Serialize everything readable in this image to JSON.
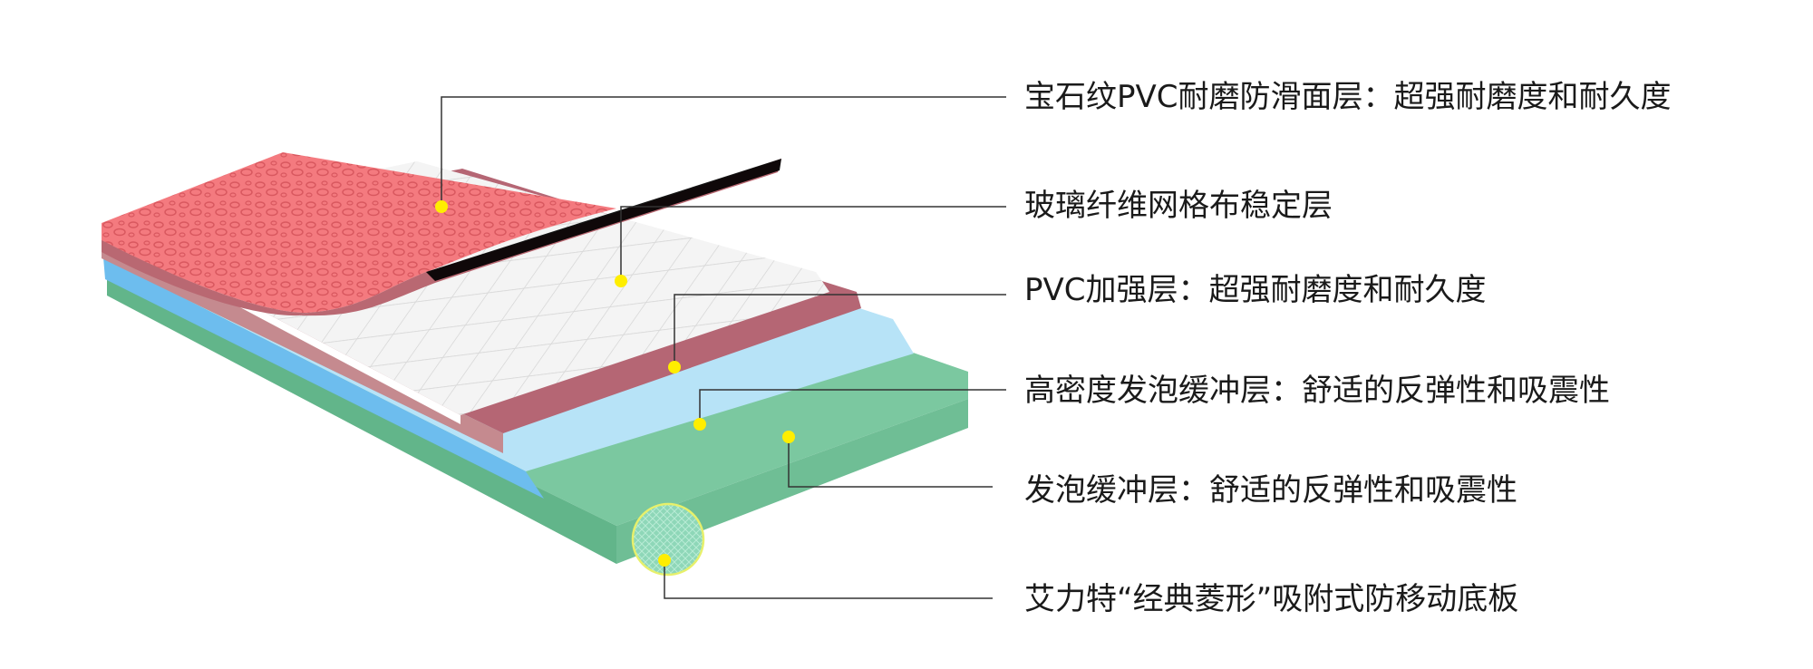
{
  "layers": [
    {
      "label": "宝石纹PVC耐磨防滑面层：超强耐磨度和耐久度"
    },
    {
      "label": "玻璃纤维网格布稳定层"
    },
    {
      "label": "PVC加强层：超强耐磨度和耐久度"
    },
    {
      "label": "高密度发泡缓冲层：舒适的反弹性和吸震性"
    },
    {
      "label": "发泡缓冲层：舒适的反弹性和吸震性"
    },
    {
      "label": "艾力特“经典菱形”吸附式防移动底板"
    }
  ],
  "colors": {
    "top_surface": "#f47a7f",
    "top_edge": "#b96872",
    "grid_layer": "#f3f3f3",
    "reinforce_layer": "#b56674",
    "foam_high_density": "#b7e3f7",
    "foam_high_density_edge": "#6dbdee",
    "foam_layer": "#7bc8a0",
    "marker": "#ffee00",
    "leader_line": "#333333"
  },
  "icons": [
    "yellow-dot-marker",
    "diamond-texture-magnifier"
  ]
}
